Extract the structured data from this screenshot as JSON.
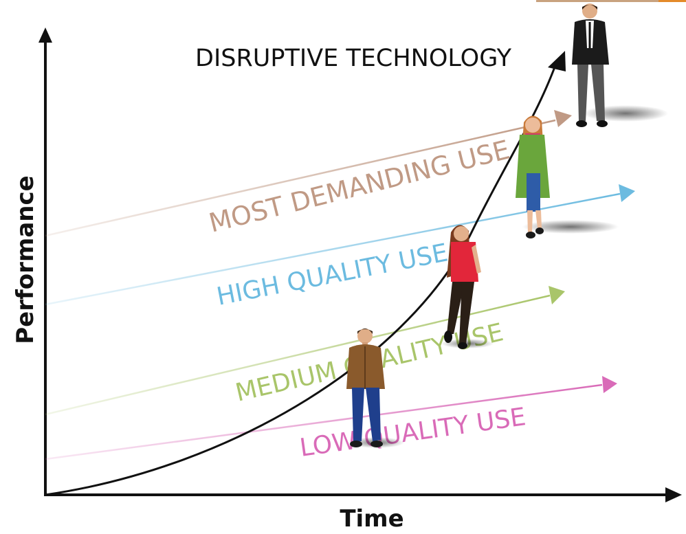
{
  "axes": {
    "x_label": "Time",
    "y_label": "Performance"
  },
  "curve": {
    "label": "DISRUPTIVE TECHNOLOGY",
    "color": "#111111"
  },
  "lines": [
    {
      "label": "MOST DEMANDING USE",
      "color": "#c09a85"
    },
    {
      "label": "HIGH QUALITY USE",
      "color": "#6cbbe0"
    },
    {
      "label": "MEDIUM QUALITY USE",
      "color": "#a9c56a"
    },
    {
      "label": "LOW QUALITY USE",
      "color": "#d96bb8"
    }
  ],
  "people": [
    {
      "name": "man-brown-jacket",
      "jacket": "#8a5a2c",
      "pants": "#1f3f8c"
    },
    {
      "name": "woman-red-top",
      "top": "#e2263a",
      "pants": "#2a1f16",
      "hair": "#7a3b1e"
    },
    {
      "name": "woman-green-coat",
      "coat": "#6aa63c",
      "skirt": "#2e5ca8",
      "scarf": "#d23c6a",
      "hair": "#c97a3a"
    },
    {
      "name": "man-black-suit",
      "suit": "#1b1b1b",
      "pants": "#555555"
    }
  ]
}
